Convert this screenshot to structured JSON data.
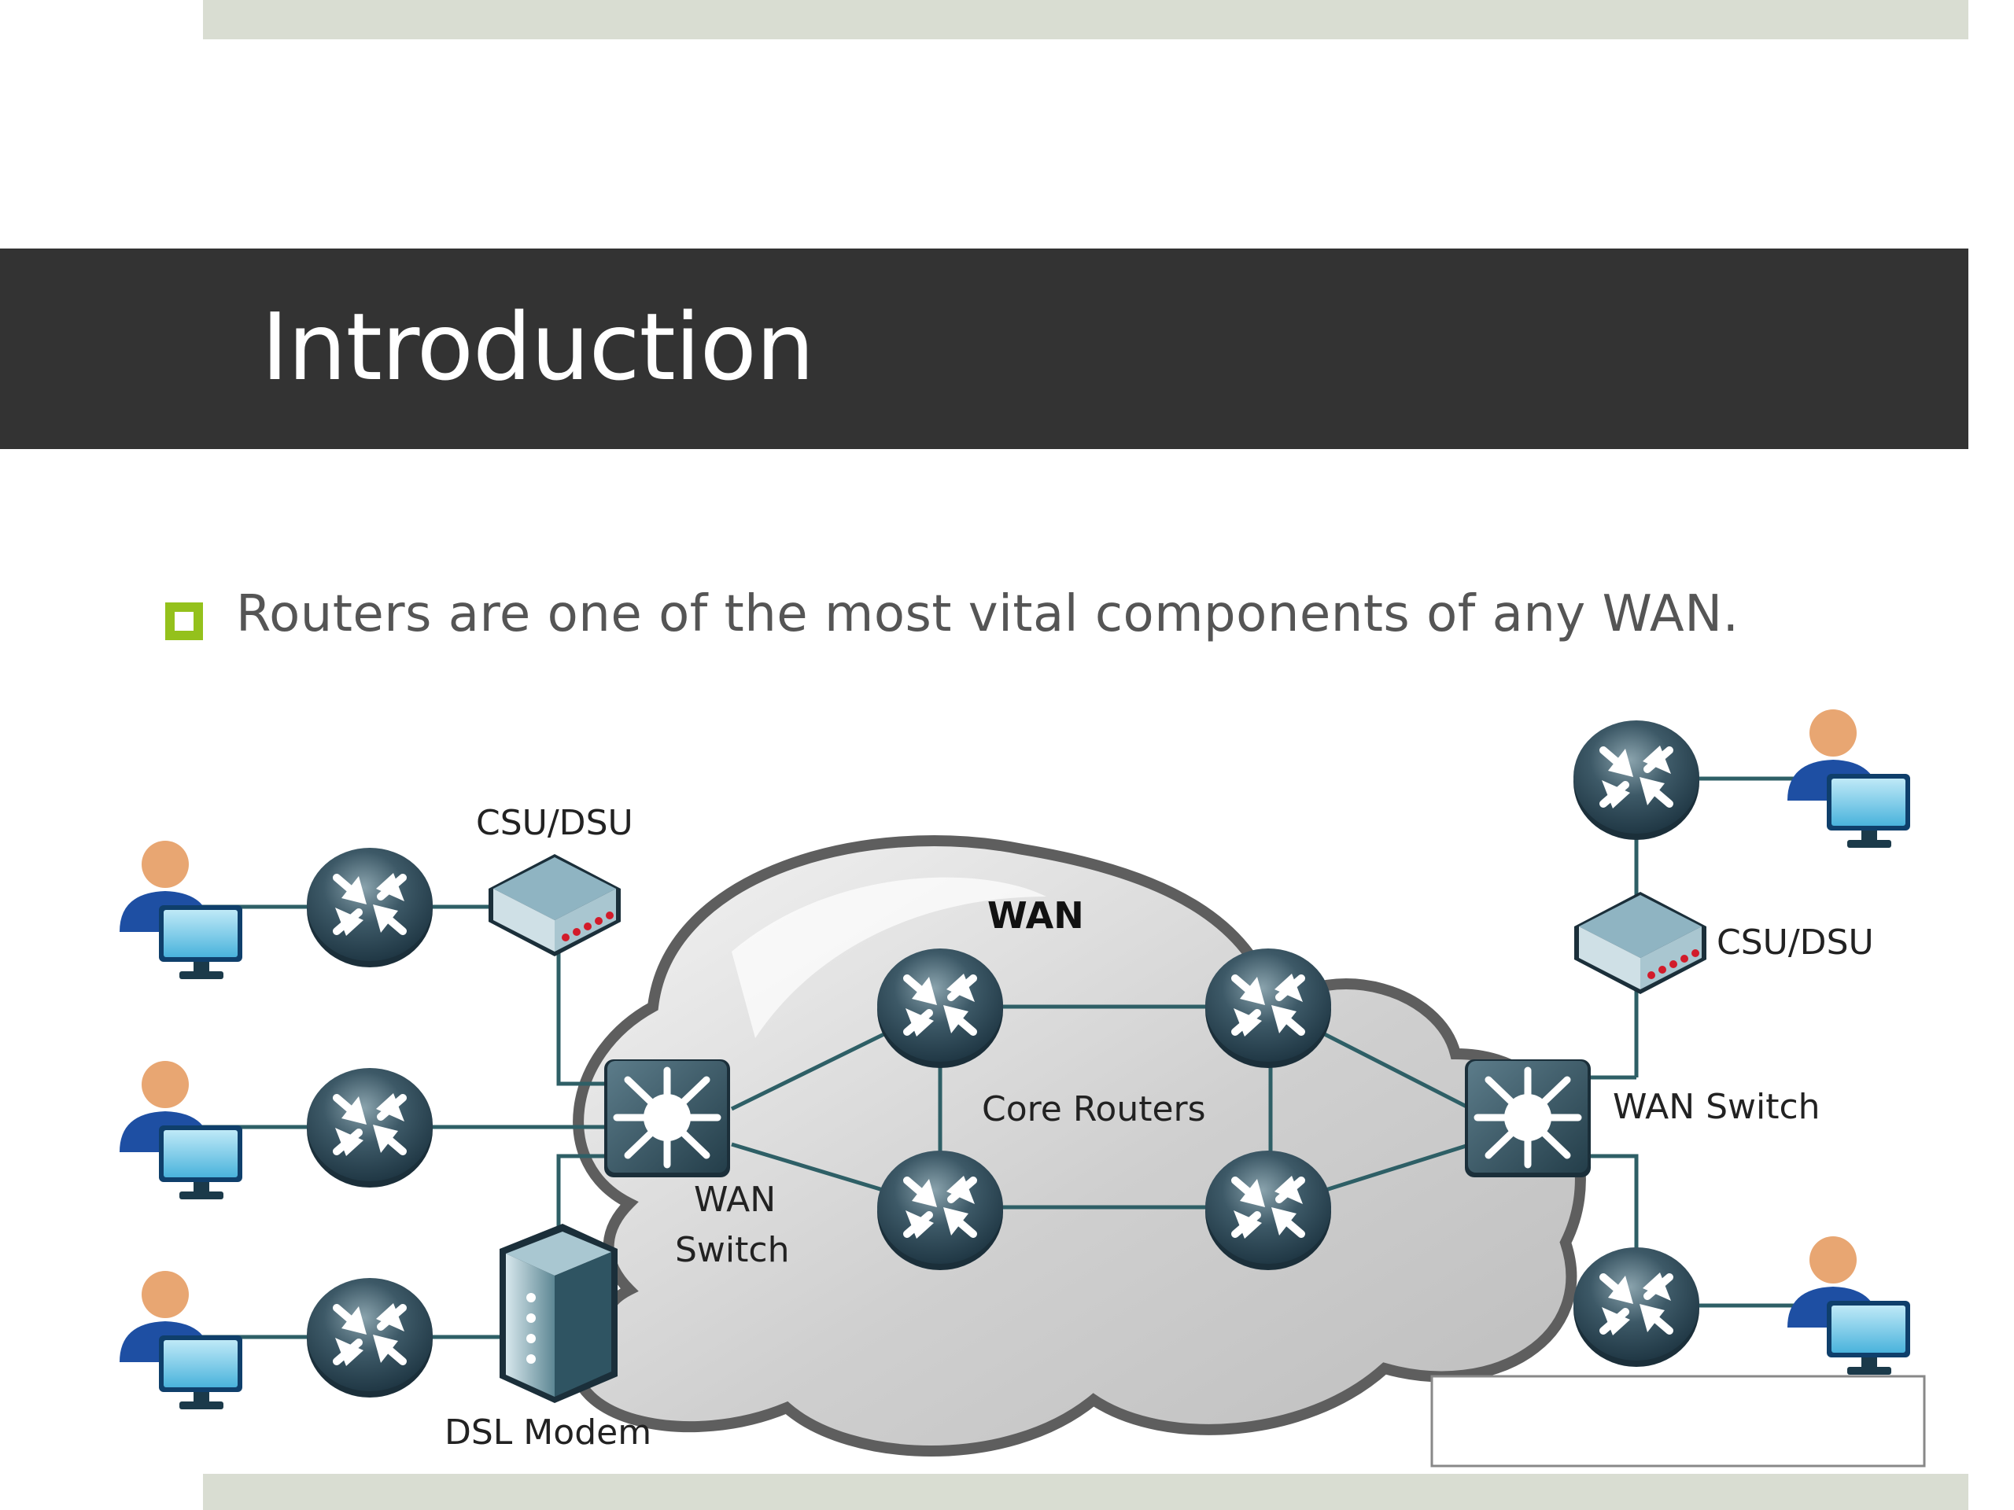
{
  "slide": {
    "title": "Introduction",
    "bullet": "Routers are one of the most vital components of any WAN."
  },
  "diagram": {
    "cloud_label": "WAN",
    "core_label": "Core Routers",
    "wan_switch_left_line1": "WAN",
    "wan_switch_left_line2": "Switch",
    "wan_switch_right": "WAN Switch",
    "csu_dsu_left": "CSU/DSU",
    "csu_dsu_right": "CSU/DSU",
    "dsl_modem": "DSL Modem"
  },
  "colors": {
    "title_band": "#333333",
    "accent_bar": "#d9ddd2",
    "bullet": "#94c11c",
    "link": "#2e5f66",
    "router_body": "#2c4754",
    "user_body": "#1e4fa3",
    "user_head": "#e8a672"
  }
}
